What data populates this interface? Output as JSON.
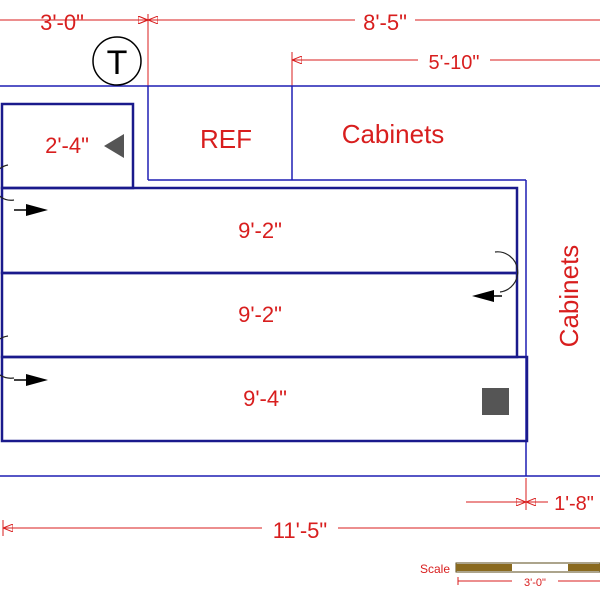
{
  "dimensions": {
    "top_left": "3'-0\"",
    "top_right": "8'-5\"",
    "upper": "5'-10\"",
    "right_bottom": "1'-8\"",
    "overall_bottom": "11'-5\""
  },
  "labels": {
    "thermostat": "T",
    "ref": "REF",
    "cabinets_top": "Cabinets",
    "cabinets_right": "Cabinets"
  },
  "runs": {
    "small": "2'-4\"",
    "run1": "9'-2\"",
    "run2": "9'-2\"",
    "run3": "9'-4\""
  },
  "scale": {
    "label": "Scale",
    "value": "3'-0\""
  },
  "colors": {
    "wall_line": "#1f1fb4",
    "dimension_text": "#d81e1e",
    "marker": "#555555",
    "scale_bar": "#8a6a1f"
  }
}
